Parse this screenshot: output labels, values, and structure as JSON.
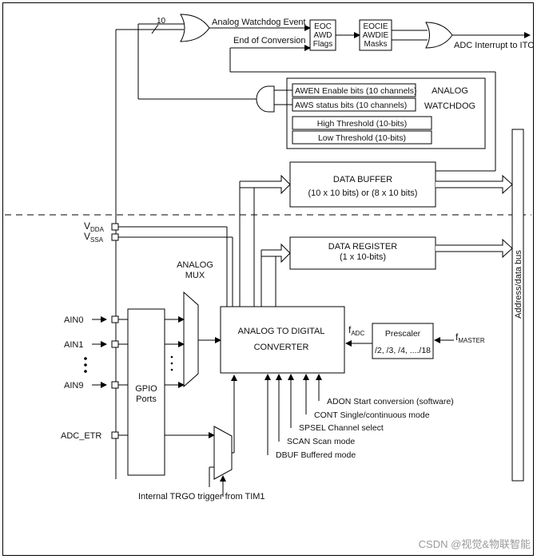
{
  "labels": {
    "bus_width": "10",
    "awd_event": "Analog Watchdog Event",
    "end_of_conversion": "End of Conversion",
    "adc_interrupt": "ADC Interrupt to ITC",
    "eoc_flags": [
      "EOC",
      "AWD",
      "Flags"
    ],
    "eocie_masks": [
      "EOCIE",
      "AWDIE",
      "Masks"
    ],
    "awen": "AWEN Enable bits (10 channels)",
    "aws": "AWS status bits (10 channels)",
    "analog": "ANALOG",
    "watchdog": "WATCHDOG",
    "high_threshold": "High Threshold (10-bits)",
    "low_threshold": "Low Threshold (10-bits)",
    "data_buffer": [
      "DATA BUFFER",
      "(10 x 10 bits) or  (8 x 10 bits)"
    ],
    "data_register": [
      "DATA REGISTER",
      "(1 x 10-bits)"
    ],
    "vdda": {
      "main": "V",
      "sub": "DDA"
    },
    "vssa": {
      "main": "V",
      "sub": "SSA"
    },
    "analog_mux": [
      "ANALOG",
      "MUX"
    ],
    "ain0": "AIN0",
    "ain1": "AIN1",
    "ain9": "AIN9",
    "adc_etr": "ADC_ETR",
    "gpio_ports": [
      "GPIO",
      "Ports"
    ],
    "adc_block": [
      "ANALOG TO DIGITAL",
      "CONVERTER"
    ],
    "fadc": {
      "main": "f",
      "sub": "ADC"
    },
    "fmaster": {
      "main": "f",
      "sub": "MASTER"
    },
    "prescaler": [
      "Prescaler",
      "/2, /3, /4, ..../18"
    ],
    "adon": "ADON Start conversion (software)",
    "cont": "CONT Single/continuous mode",
    "spsel": "SPSEL Channel select",
    "scan": "SCAN Scan mode",
    "dbuf": "DBUF Buffered mode",
    "trgo": "Internal TRGO trigger from TIM1",
    "address_bus": "Address/data bus",
    "watermark": "CSDN @视觉&物联智能"
  }
}
